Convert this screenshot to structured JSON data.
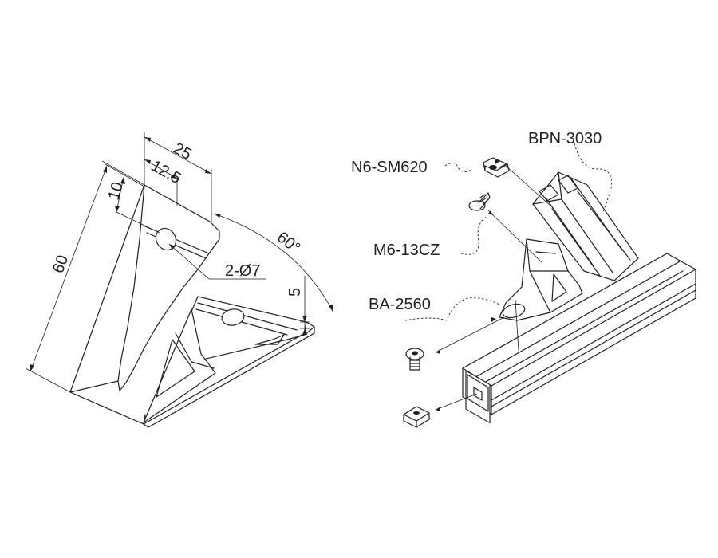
{
  "dimensions": {
    "width": "25",
    "half_width": "12.5",
    "hole_offset": "10",
    "height": "60",
    "angle": "60°",
    "thickness": "5",
    "holes": "2-Ø7"
  },
  "parts": {
    "nut": "N6-SM620",
    "profile": "BPN-3030",
    "screw": "M6-13CZ",
    "bracket": "BA-2560"
  },
  "colors": {
    "line": "#231f20",
    "background": "#ffffff"
  }
}
